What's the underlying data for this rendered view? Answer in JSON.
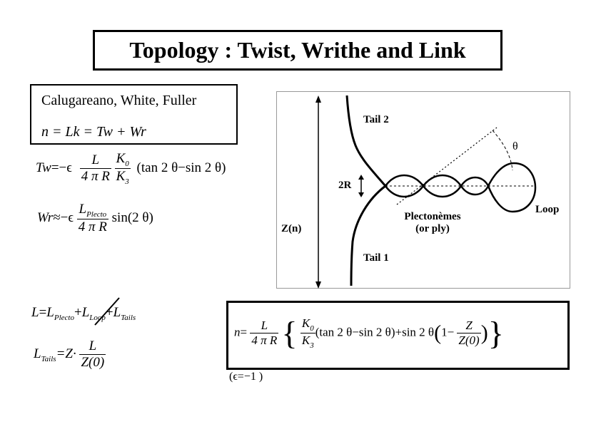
{
  "title": "Topology : Twist, Writhe  and Link",
  "authors": {
    "names": "Calugareano, White, Fuller",
    "equation": "n = Lk = Tw + Wr"
  },
  "tw_formula": {
    "lhs": "Tw",
    "eq": "=−ϵ",
    "frac1_num": "L",
    "frac1_den": "4 π R",
    "frac2_num": "K",
    "frac2_num_sub": "0",
    "frac2_den": "K",
    "frac2_den_sub": "3",
    "paren": "(tan 2 θ−sin 2 θ)"
  },
  "wr_formula": {
    "lhs": "Wr",
    "eq": "≈−ϵ",
    "frac_num": "L",
    "frac_num_sub": "Plecto",
    "frac_den": "4 π R",
    "tail": "sin(2 θ)"
  },
  "l_formula": {
    "lhs": "L",
    "eq": "=",
    "t1": "L",
    "t1_sub": "Plecto",
    "plus1": "+",
    "t2": "L",
    "t2_sub": "Loop",
    "plus2": "+",
    "t3": "L",
    "t3_sub": "Tails"
  },
  "ltails_formula": {
    "lhs": "L",
    "lhs_sub": "Tails",
    "eq": "=Z·",
    "frac_num": "L",
    "frac_den": "Z(0)"
  },
  "figure": {
    "tail2": "Tail 2",
    "tail1": "Tail 1",
    "theta": "θ",
    "two_r": "2R",
    "zn": "Z(n)",
    "loop": "Loop",
    "plecto_line1": "Plectonèmes",
    "plecto_line2": "(or ply)"
  },
  "final_formula": {
    "lhs": "n",
    "eq": "=",
    "frac1_num": "L",
    "frac1_den": "4 π R",
    "brace_open": "{",
    "frac2_num": "K",
    "frac2_num_sub": "0",
    "frac2_den": "K",
    "frac2_den_sub": "3",
    "paren": "(tan 2 θ−sin 2 θ)",
    "mid": "+sin 2 θ",
    "paren_open": "(",
    "one_minus": "1−",
    "frac3_num": "Z",
    "frac3_den": "Z(0)",
    "paren_close": ")",
    "brace_close": "}"
  },
  "epsilon_note": "(ϵ=−1 )"
}
